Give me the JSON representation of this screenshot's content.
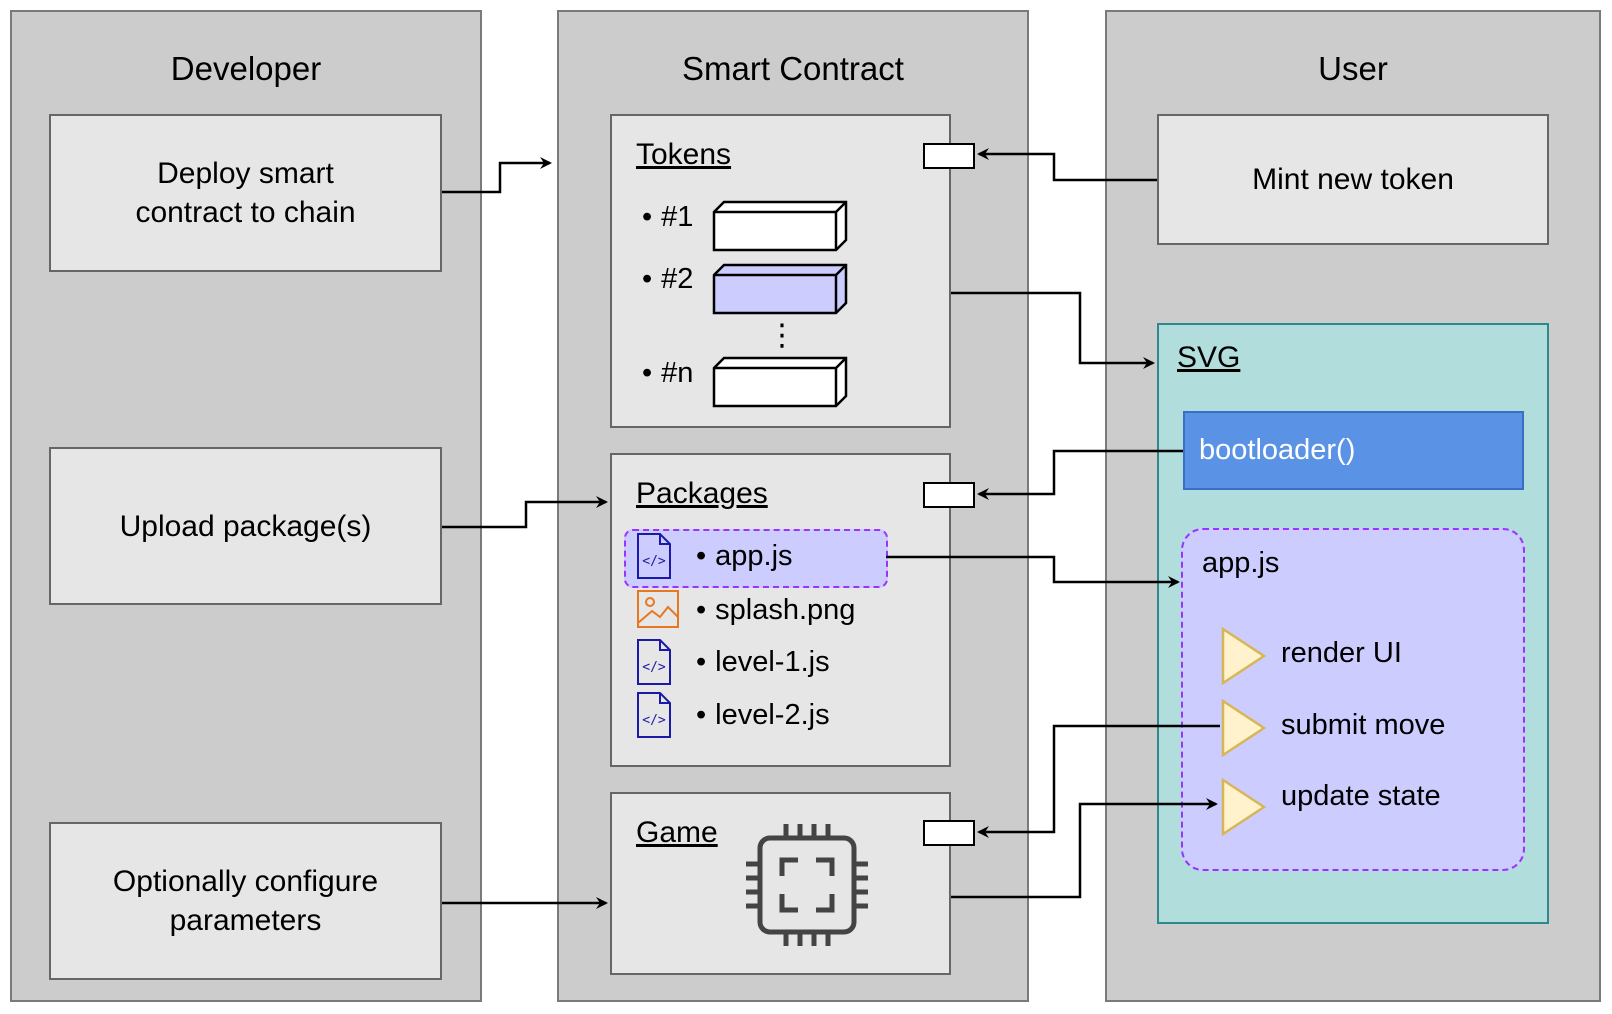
{
  "lanes": {
    "developer": {
      "title": "Developer"
    },
    "smart_contract": {
      "title": "Smart Contract"
    },
    "user": {
      "title": "User"
    }
  },
  "developer": {
    "deploy": [
      "Deploy smart",
      "contract to chain"
    ],
    "upload": "Upload package(s)",
    "configure": [
      "Optionally configure",
      "parameters"
    ]
  },
  "tokens": {
    "title": "Tokens",
    "items": [
      "#1",
      "#2",
      "#n"
    ],
    "ellipsis": "⋮"
  },
  "packages": {
    "title": "Packages",
    "files": [
      "app.js",
      "splash.png",
      "level-1.js",
      "level-2.js"
    ]
  },
  "game": {
    "title": "Game"
  },
  "user": {
    "mint": "Mint new token",
    "svg_title": "SVG",
    "bootloader": "bootloader()",
    "appjs_title": "app.js",
    "steps": [
      "render UI",
      "submit move",
      "update state"
    ]
  },
  "colors": {
    "lane_bg": "#cccccc",
    "box_bg": "#e6e6e6",
    "svg_bg": "#b1dddd",
    "bootloader_bg": "#5a93e5",
    "appjs_bg": "#ccccff",
    "dashed_border": "#9933ff",
    "token_highlight": "#ccccff",
    "play_icon": "#fff2cc",
    "code_icon": "#1a1aa6",
    "image_icon": "#e87722"
  },
  "icons": [
    "code-file-icon",
    "image-file-icon",
    "cpu-chip-icon",
    "play-triangle-icon",
    "token-block-icon"
  ]
}
